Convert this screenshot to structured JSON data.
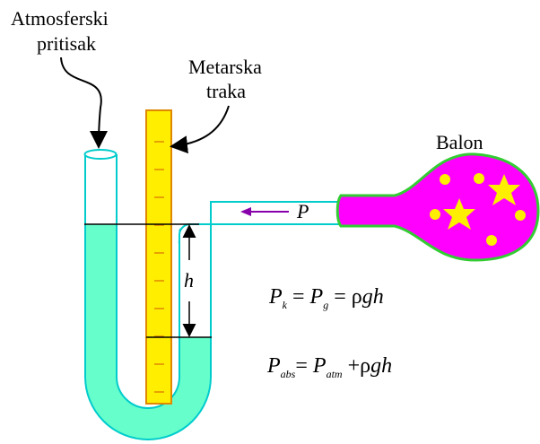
{
  "labels": {
    "atm_line1": "Atmosferski",
    "atm_line2": "pritisak",
    "tape_line1": "Metarska",
    "tape_line2": "traka",
    "balloon": "Balon",
    "pressure": "P",
    "height": "h"
  },
  "equations": {
    "eq1": {
      "p1": "P",
      "p1_sub": "k",
      "eq_a": " = ",
      "p2": "P",
      "p2_sub": "g",
      "eq_b": " = ",
      "rho": "ρ",
      "gh": "gh"
    },
    "eq2": {
      "p1": "P",
      "p1_sub": "abs",
      "eq_a": "= ",
      "p2": "P",
      "p2_sub": "atm",
      "plus": " +",
      "rho": "ρ",
      "gh": "gh"
    }
  },
  "colors": {
    "liquid": "#66ffcc",
    "tube_outline": "#00cccc",
    "tape_fill": "#ffee00",
    "tape_outline": "#e08800",
    "balloon_fill": "#ff00ff",
    "balloon_outline": "#33cc33",
    "dots": "#ffee00",
    "arrow": "#8800aa"
  },
  "icons": {
    "balloon_decor": "star-and-dot-icons",
    "flow_arrow": "left-arrow-icon"
  }
}
